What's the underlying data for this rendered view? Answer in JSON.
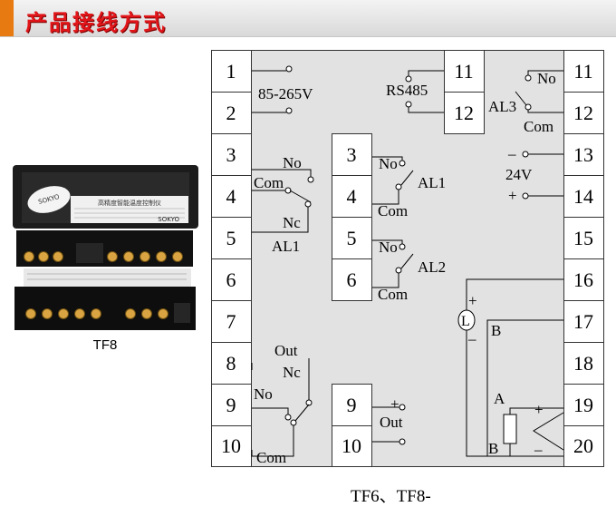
{
  "header": {
    "title": "产品接线方式"
  },
  "device": {
    "caption": "TF8",
    "panel_text_1": "SOKYO",
    "panel_text_2": "高精度智能温度控制仪",
    "panel_text_3": "SOKYO"
  },
  "diagram": {
    "left_terminals": [
      "1",
      "2",
      "3",
      "4",
      "5",
      "6",
      "7",
      "8",
      "9",
      "10"
    ],
    "right_terminals": [
      "11",
      "12",
      "13",
      "14",
      "15",
      "16",
      "17",
      "18",
      "19",
      "20"
    ],
    "mid_terminals": [
      "3",
      "4",
      "5",
      "6",
      "9",
      "10"
    ],
    "top_terminals": [
      "11",
      "12"
    ],
    "labels": {
      "power": "85-265V",
      "rs485": "RS485",
      "no": "No",
      "com": "Com",
      "nc": "Nc",
      "al1": "AL1",
      "al2": "AL2",
      "al3": "AL3",
      "out": "Out",
      "v24": "24V",
      "minus": "–",
      "plus": "+",
      "current_symbol": "L",
      "a": "A",
      "b": "B"
    }
  },
  "caption": "TF6、TF8-"
}
